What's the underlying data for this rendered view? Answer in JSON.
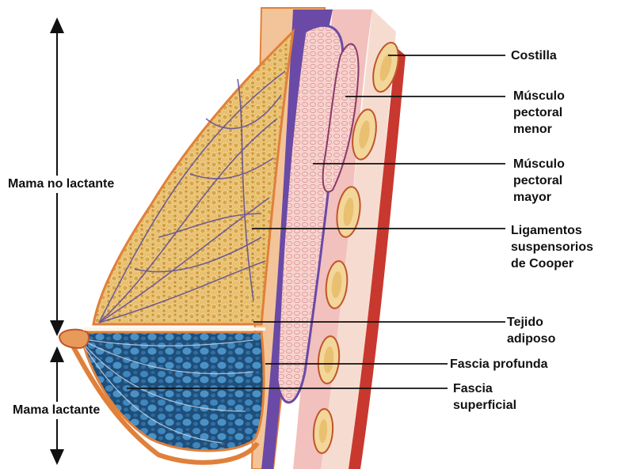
{
  "labels": {
    "costilla": "Costilla",
    "pectoral_menor": [
      "Músculo",
      "pectoral",
      "menor"
    ],
    "pectoral_mayor": [
      "Músculo",
      "pectoral",
      "mayor"
    ],
    "ligamentos": [
      "Ligamentos",
      "suspensorios",
      "de Cooper"
    ],
    "tejido": [
      "Tejido",
      "adiposo"
    ],
    "fascia_profunda": "Fascia profunda",
    "fascia_superficial": [
      "Fascia",
      "superficial"
    ]
  },
  "side_labels": {
    "no_lactante": "Mama no lactante",
    "lactante": "Mama lactante"
  },
  "colors": {
    "fat": "#e2b454",
    "skin": "#f4c89a",
    "muscle": "#f4c4c2",
    "fascia": "#5a3f98",
    "gland": "#3c78a8",
    "rib": "#f2d69a",
    "skin_outline": "#e0803a"
  }
}
